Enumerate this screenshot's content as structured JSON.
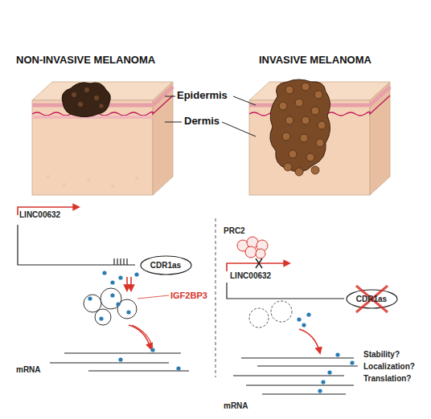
{
  "diagram": {
    "nodes": [
      {
        "text": [
          "CDR1as"
        ]
      },
      {
        "text": [
          "CDR1as"
        ]
      }
    ],
    "labels": [
      "NON-INVASIVE MELANOMA",
      "INVASIVE MELANOMA",
      "Epidermis",
      "Dermis",
      "LINC00632",
      "IGF2BP3",
      "mRNA",
      "PRC2",
      "LINC00632",
      "Stability?",
      "Localization?",
      "Translation?",
      "mRNA"
    ]
  }
}
